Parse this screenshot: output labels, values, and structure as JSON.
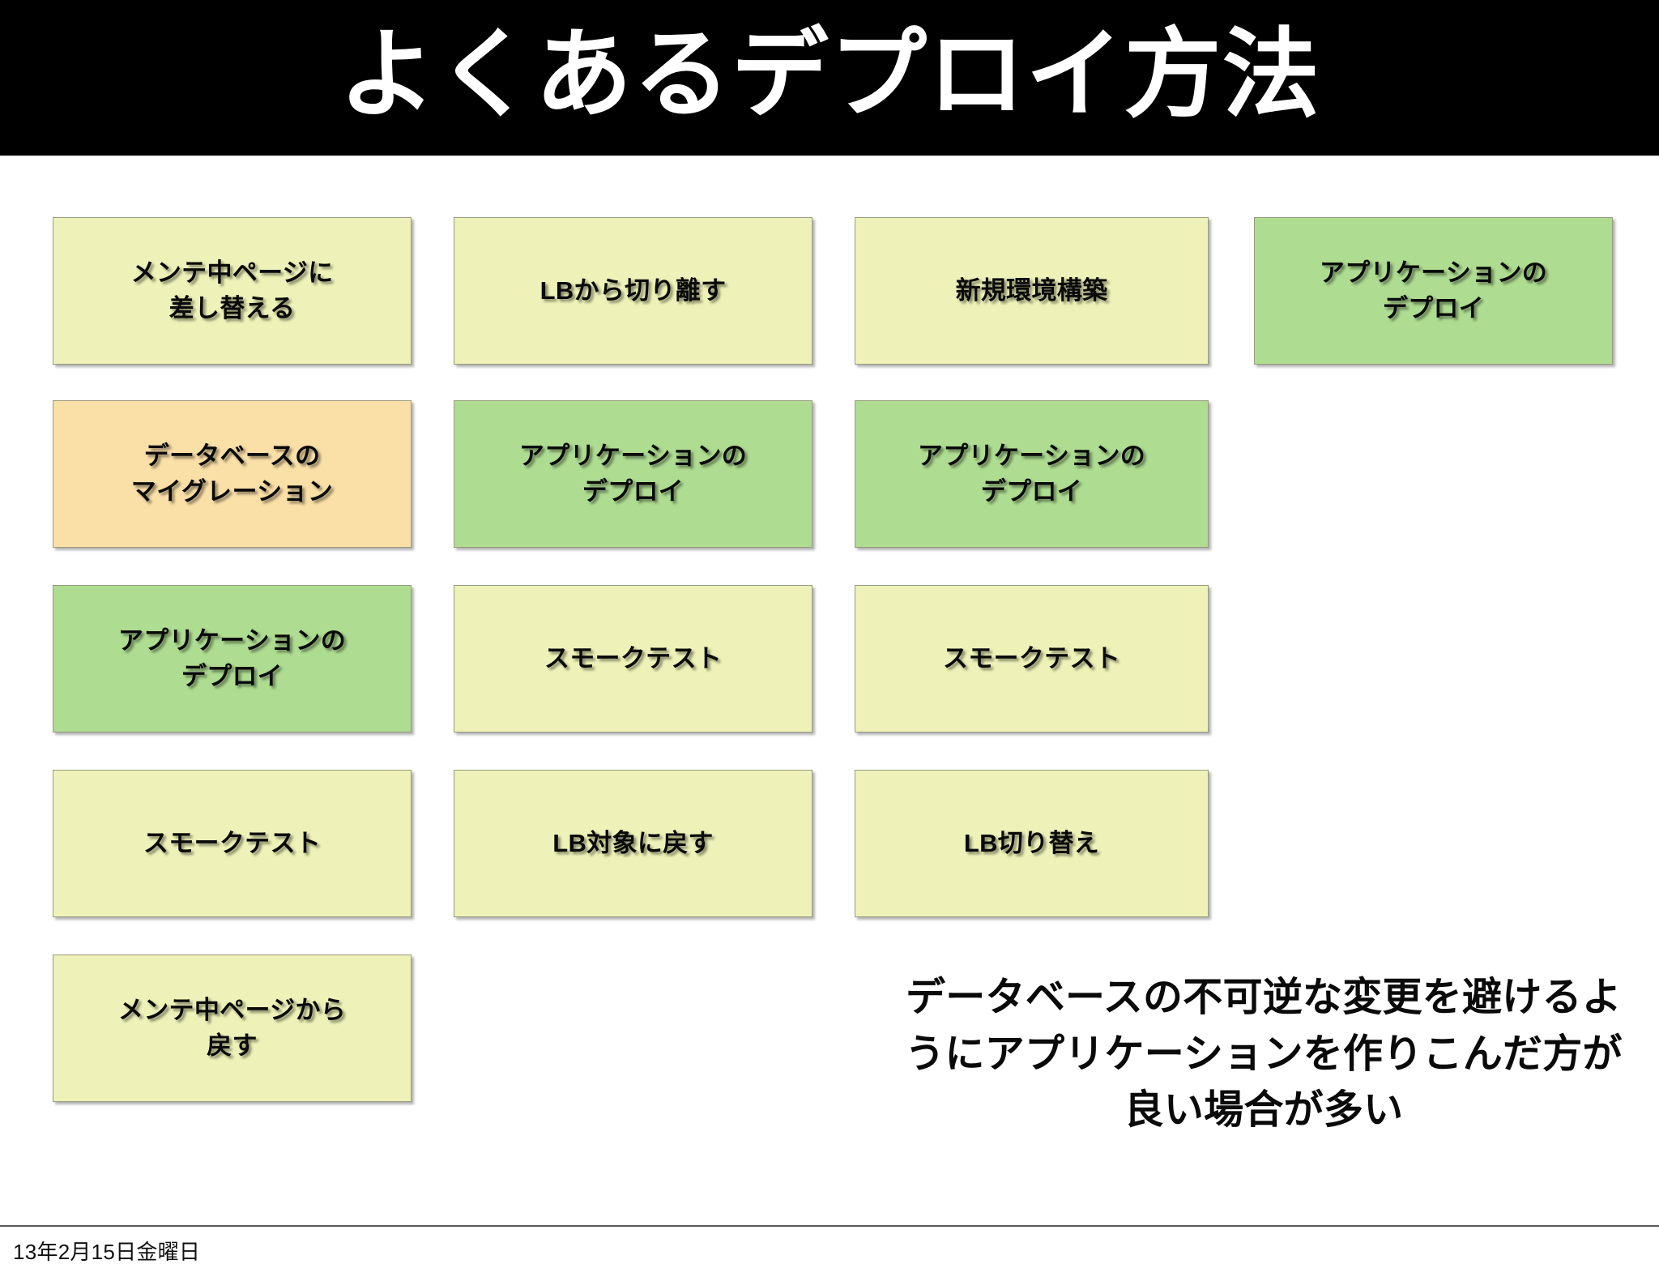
{
  "slide": {
    "title": "よくあるデプロイ方法",
    "colors": {
      "title_bar_bg": "#000000",
      "title_text": "#ffffff",
      "slide_bg": "#ffffff",
      "box_yellow": "#EFF2B8",
      "box_green": "#AEDC91",
      "box_orange": "#FADFA7",
      "box_border": "#9a9a80",
      "text": "#0a0a0a"
    }
  },
  "grid": {
    "columns": 4,
    "rows": 5,
    "boxes": [
      {
        "col": 0,
        "row": 0,
        "label": "メンテ中ページに\n差し替える",
        "color": "#EFF2B8"
      },
      {
        "col": 0,
        "row": 1,
        "label": "データベースの\nマイグレーション",
        "color": "#FADFA7"
      },
      {
        "col": 0,
        "row": 2,
        "label": "アプリケーションの\nデプロイ",
        "color": "#AEDC91"
      },
      {
        "col": 0,
        "row": 3,
        "label": "スモークテスト",
        "color": "#EFF2B8"
      },
      {
        "col": 0,
        "row": 4,
        "label": "メンテ中ページから\n戻す",
        "color": "#EFF2B8"
      },
      {
        "col": 1,
        "row": 0,
        "label": "LBから切り離す",
        "color": "#EFF2B8"
      },
      {
        "col": 1,
        "row": 1,
        "label": "アプリケーションの\nデプロイ",
        "color": "#AEDC91"
      },
      {
        "col": 1,
        "row": 2,
        "label": "スモークテスト",
        "color": "#EFF2B8"
      },
      {
        "col": 1,
        "row": 3,
        "label": "LB対象に戻す",
        "color": "#EFF2B8"
      },
      {
        "col": 2,
        "row": 0,
        "label": "新規環境構築",
        "color": "#EFF2B8"
      },
      {
        "col": 2,
        "row": 1,
        "label": "アプリケーションの\nデプロイ",
        "color": "#AEDC91"
      },
      {
        "col": 2,
        "row": 2,
        "label": "スモークテスト",
        "color": "#EFF2B8"
      },
      {
        "col": 2,
        "row": 3,
        "label": "LB切り替え",
        "color": "#EFF2B8"
      },
      {
        "col": 3,
        "row": 0,
        "label": "アプリケーションの\nデプロイ",
        "color": "#AEDC91"
      }
    ]
  },
  "caption": {
    "text": "データベースの不可逆な変更を避けるようにアプリケーションを作りこんだ方が良い場合が多い"
  },
  "footer": {
    "date": "13年2月15日金曜日"
  }
}
